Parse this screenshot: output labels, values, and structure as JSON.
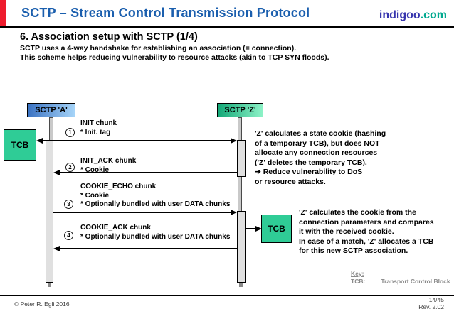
{
  "header": {
    "title": "SCTP – Stream Control Transmission Protocol",
    "logo_name": "indigoo",
    "logo_tld": ".com"
  },
  "section": {
    "title": "6. Association setup with SCTP (1/4)",
    "intro_line1": "SCTP uses a 4-way handshake for establishing an association (= connection).",
    "intro_line2": "This scheme helps reducing vulnerability to resource attacks (akin to TCP SYN floods)."
  },
  "diagram": {
    "endpoint_a": "SCTP 'A'",
    "endpoint_z": "SCTP 'Z'",
    "tcb_left": "TCB",
    "tcb_right": "TCB",
    "steps": [
      {
        "num": "1",
        "lines": [
          "INIT chunk",
          "* Init. tag"
        ],
        "direction": "a-to-z"
      },
      {
        "num": "2",
        "lines": [
          "INIT_ACK chunk",
          "* Cookie"
        ],
        "direction": "z-to-a"
      },
      {
        "num": "3",
        "lines": [
          "COOKIE_ECHO chunk",
          "* Cookie",
          "* Optionally bundled with user DATA chunks"
        ],
        "direction": "a-to-z"
      },
      {
        "num": "4",
        "lines": [
          "COOKIE_ACK chunk",
          "* Optionally bundled with user DATA chunks"
        ],
        "direction": "z-to-a"
      }
    ],
    "note1": [
      "'Z' calculates a state cookie (hashing",
      "of a temporary TCB), but does NOT",
      "allocate any connection resources",
      "('Z' deletes the temporary TCB).",
      "➔ Reduce vulnerability to DoS",
      "or resource attacks."
    ],
    "note2": [
      "'Z' calculates the cookie from the",
      "connection parameters and compares",
      "it with the received cookie.",
      "In case of a match, 'Z' allocates a TCB",
      "for this new SCTP association."
    ],
    "key": {
      "title": "Key:",
      "term": "TCB:",
      "definition": "Transport Control Block"
    }
  },
  "footer": {
    "copyright": "© Peter R. Egli 2016",
    "page": "14/45",
    "revision": "Rev. 2.02"
  },
  "colors": {
    "header_blue": "#1b5fae",
    "logo_indigo": "#3634ad",
    "logo_teal": "#00a98f",
    "accent_red": "#ee1c2d",
    "endpoint_a_gradient": [
      "#3a72c2",
      "#a6d4f8"
    ],
    "endpoint_z_gradient": [
      "#13a877",
      "#8df2c7"
    ],
    "tcb_green": "#2fcc96"
  }
}
